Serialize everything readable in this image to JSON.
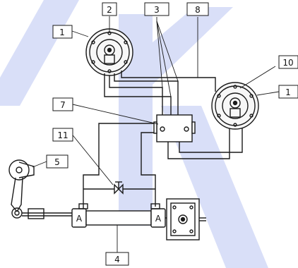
{
  "diagram": {
    "labels": {
      "pump_upper": "2",
      "pump_upper_housing": "1",
      "pipes_trio": "3",
      "return_pipe": "8",
      "pump_right_mark": "10",
      "pump_right_housing": "1",
      "valve_block": "7",
      "bypass_valve": "11",
      "tiller": "5",
      "cylinder": "4"
    },
    "cylinder_marks": {
      "left_port": "A",
      "right_port": "A"
    },
    "watermark": {
      "color": "#b9c4f2"
    },
    "colors": {
      "line": "#1a1a1a",
      "pump_fill": "#f7f7f7"
    }
  }
}
